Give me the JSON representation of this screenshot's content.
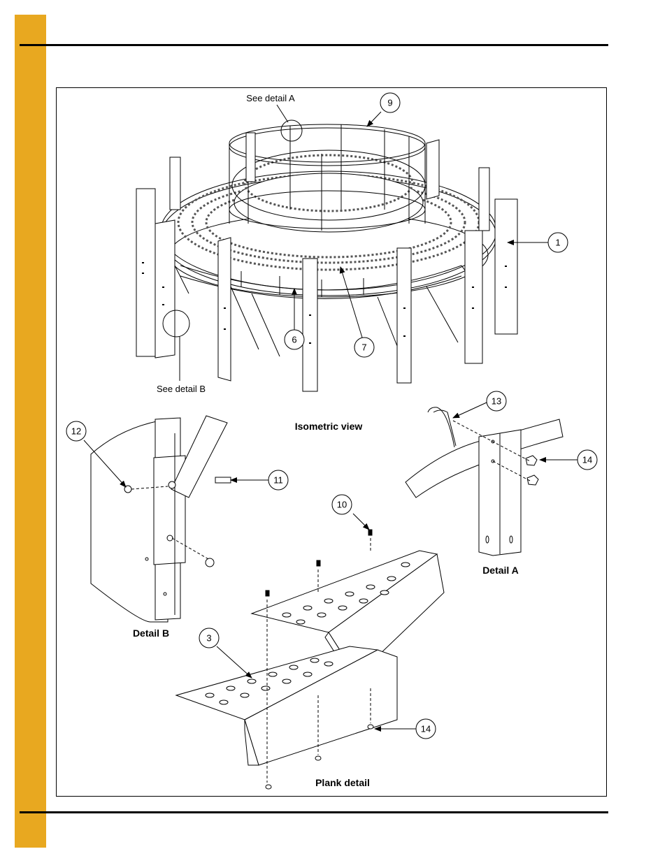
{
  "colors": {
    "sidebar": "#E8A820",
    "line": "#000000"
  },
  "views": {
    "isometric": "Isometric view",
    "detail_a": "Detail A",
    "detail_b": "Detail B",
    "plank": "Plank detail"
  },
  "references": {
    "see_detail_a": "See detail A",
    "see_detail_b": "See detail B"
  },
  "callouts": {
    "c1": "1",
    "c3": "3",
    "c6": "6",
    "c7": "7",
    "c9": "9",
    "c10": "10",
    "c11": "11",
    "c12": "12",
    "c13": "13",
    "c14a": "14",
    "c14b": "14"
  }
}
